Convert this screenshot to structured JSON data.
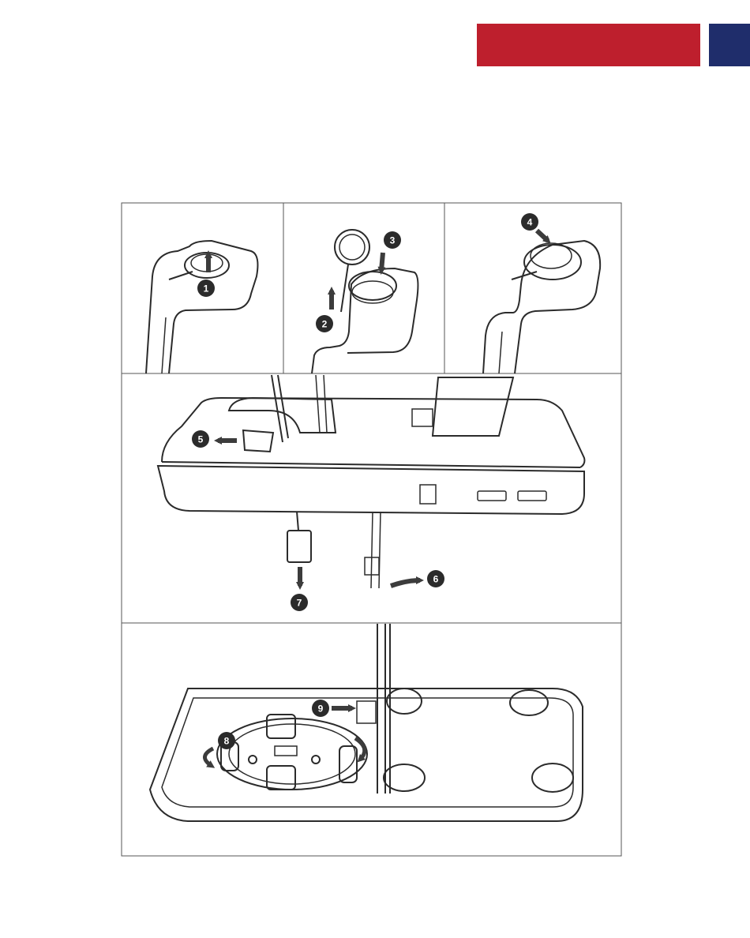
{
  "colors": {
    "brand_red": "#be1f2d",
    "brand_blue": "#1f2d6b",
    "line": "#2b2b2b",
    "arrow": "#3c3c3c"
  },
  "steps": [
    "1",
    "2",
    "3",
    "4",
    "5",
    "6",
    "7",
    "8",
    "9"
  ]
}
